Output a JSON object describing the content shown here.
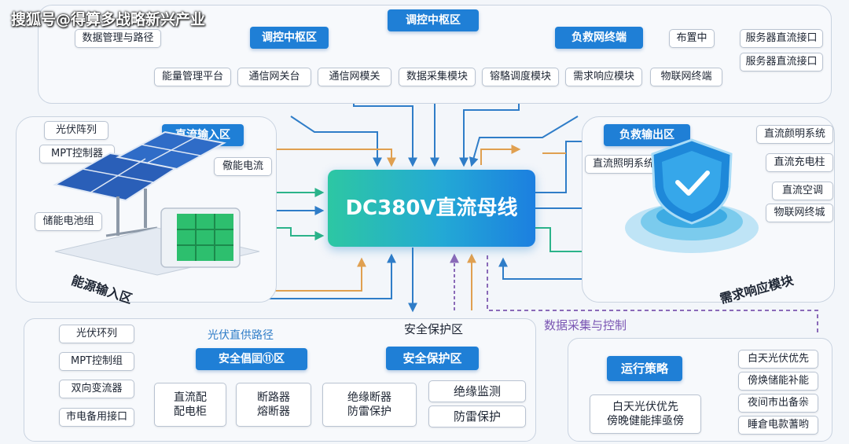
{
  "watermark": "搜狐号@得算多战略新兴产业",
  "center_bus": "DC380V直流母线",
  "top_zone": {
    "title": "调控中枢区",
    "hub": "调控中枢区",
    "data_mgmt": "数据管理与路径",
    "load_terminal": "负救网终端",
    "mid_label": "布置中",
    "server1": "服务器直流接口",
    "server2": "服务器直流接口",
    "modules": [
      "能量管理平台",
      "通信网关台",
      "通信网模关",
      "数据采集模块",
      "镕駱调度模块",
      "需求响应模块",
      "物联网终端"
    ]
  },
  "energy_input": {
    "title": "直流输入区",
    "pv_array": "光伏阵列",
    "mpt": "MPT控制器",
    "storage_current": "儆能电流",
    "battery": "储能电池组",
    "zone_label": "能源输入区"
  },
  "load_output": {
    "title": "负救输出区",
    "lighting": "直流照明系统",
    "items": [
      "直流颜明系统",
      "直流充电柱",
      "直流空调",
      "物联网终城"
    ],
    "zone_label": "需求响应模块"
  },
  "bottom_left": {
    "items": [
      "光伏环列",
      "MPT控制组",
      "双向变流器",
      "市电备用接口"
    ],
    "pv_path": "光伏直供路径",
    "safety_title": "安全倡囸⑪区",
    "cabinet": [
      "直流配",
      "配电柜"
    ],
    "breaker": [
      "断路器",
      "熔断器"
    ],
    "insulation": [
      "绝缘断器",
      "防雷保护"
    ]
  },
  "safety": {
    "label": "安全保护区",
    "title": "安全保护区",
    "monitor": "绝缘监测",
    "lightning": "防雷保护"
  },
  "data_control": "数据采集与控制",
  "strategy": {
    "title": "运行策略",
    "summary": [
      "白天光伏优先",
      "傍晚健能摔亟傍"
    ],
    "items": [
      "白天光伏优先",
      "傍焕储能补能",
      "夜间市出备尜",
      "睡倉电款蓍哟"
    ]
  },
  "colors": {
    "accent_blue": "#1f7fd6",
    "arrow_blue": "#2f7dc8",
    "arrow_green": "#2bb38a",
    "arrow_orange": "#e0a050",
    "arrow_purple": "#8a6ab8"
  }
}
